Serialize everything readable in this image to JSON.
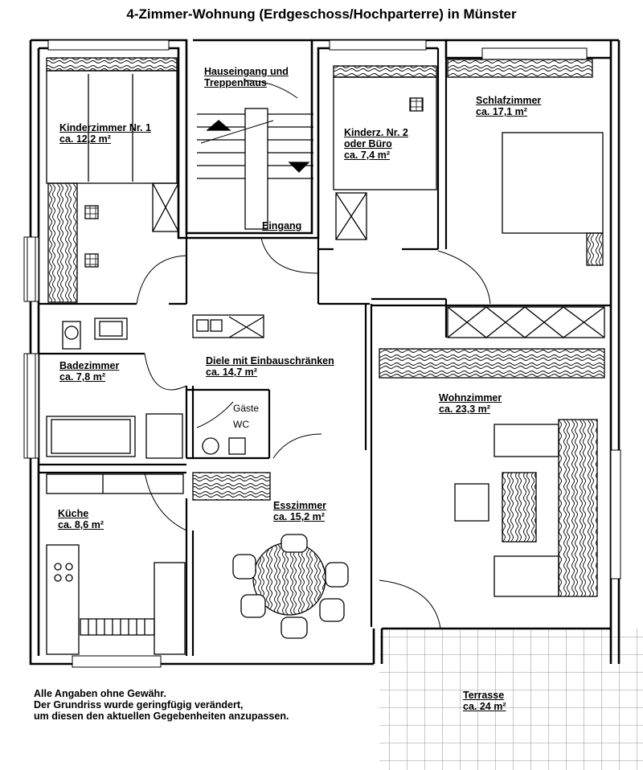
{
  "title": "4-Zimmer-Wohnung (Erdgeschoss/Hochparterre) in Münster",
  "rooms": {
    "kinder1": {
      "name": "Kinderzimmer Nr. 1",
      "area": "ca. 12,2 m²"
    },
    "hauseingang": {
      "line1": "Hauseingang und",
      "line2": "Treppenhaus"
    },
    "kinder2": {
      "line1": "Kinderz. Nr. 2",
      "line2": "oder Büro",
      "area": "ca. 7,4 m²"
    },
    "schlaf": {
      "name": "Schlafzimmer",
      "area": "ca. 17,1 m²"
    },
    "eingang": {
      "name": "Eingang"
    },
    "bad": {
      "name": "Badezimmer",
      "area": "ca. 7,8 m²"
    },
    "diele": {
      "name": "Diele mit Einbauschränken",
      "area": "ca. 14,7 m²"
    },
    "gaeste": {
      "line1": "Gäste",
      "line2": "WC"
    },
    "wohn": {
      "name": "Wohnzimmer",
      "area": "ca. 23,3 m²"
    },
    "kueche": {
      "name": "Küche",
      "area": "ca. 8,6 m²"
    },
    "ess": {
      "name": "Esszimmer",
      "area": "ca. 15,2 m²"
    },
    "terrasse": {
      "name": "Terrasse",
      "area": "ca. 24 m²"
    }
  },
  "disclaimer": {
    "line1": "Alle Angaben ohne Gewähr.",
    "line2": "Der Grundriss wurde geringfügig verändert,",
    "line3": "um diesen den aktuellen Gegebenheiten anzupassen."
  }
}
